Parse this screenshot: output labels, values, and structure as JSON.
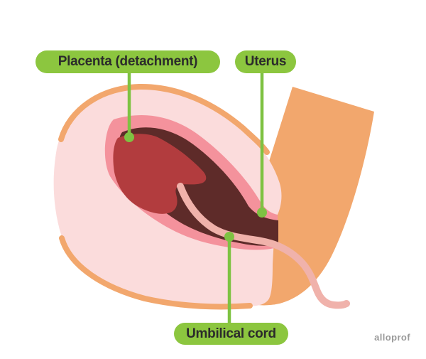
{
  "labels": {
    "placenta": "Placenta (detachment)",
    "uterus": "Uterus",
    "umbilical_cord": "Umbilical cord"
  },
  "watermark": "alloprof",
  "colors": {
    "label_green": "#8CC63F",
    "connector_green": "#7EC242",
    "label_text": "#2B2B2B",
    "body_orange": "#F2A76D",
    "uterus_pink": "#FBDCDC",
    "lining_salmon": "#F4929C",
    "blood_maroon": "#5E2B29",
    "placenta_red": "#B23C3E",
    "cord_pink": "#F0B2AB",
    "watermark_gray": "#9A9A9A"
  }
}
